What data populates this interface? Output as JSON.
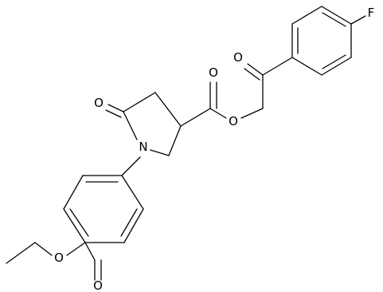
{
  "atom_labels": {
    "fluorine": "F",
    "ketone_oxygen": "O",
    "ester_carbonyl_oxygen": "O",
    "ester_bridge_oxygen": "O",
    "lactam_oxygen": "O",
    "ring_nitrogen": "N",
    "ethyl_ester_oxygen": "O",
    "ethyl_carbonyl_oxygen": "O"
  },
  "colors": {
    "bond": "#000000",
    "label": "#000000",
    "background": "#ffffff"
  }
}
